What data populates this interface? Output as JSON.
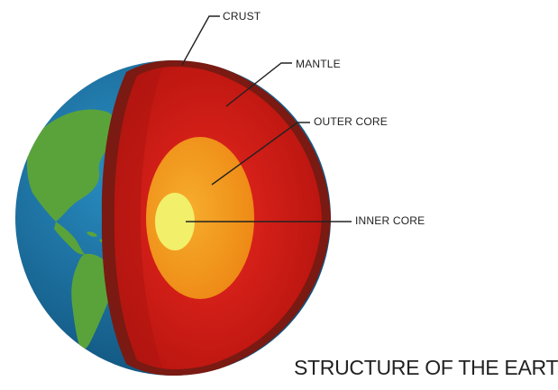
{
  "title": "STRUCTURE OF THE EARTH",
  "colors": {
    "ocean": "#1a6e9e",
    "land": "#5aa33b",
    "crust": "#7a1a12",
    "mantle": "#d8201c",
    "outer_core": "#f29a1c",
    "inner_core": "#f2ef6a",
    "leader_lines": "#222222"
  },
  "layers": [
    {
      "key": "crust",
      "name": "CRUST",
      "subtext": ""
    },
    {
      "key": "mantle",
      "name": "MANTLE",
      "subtext": ""
    },
    {
      "key": "outer_core",
      "name": "OUTER CORE",
      "subtext": ""
    },
    {
      "key": "inner_core",
      "name": "INNER CORE",
      "subtext": ""
    }
  ]
}
